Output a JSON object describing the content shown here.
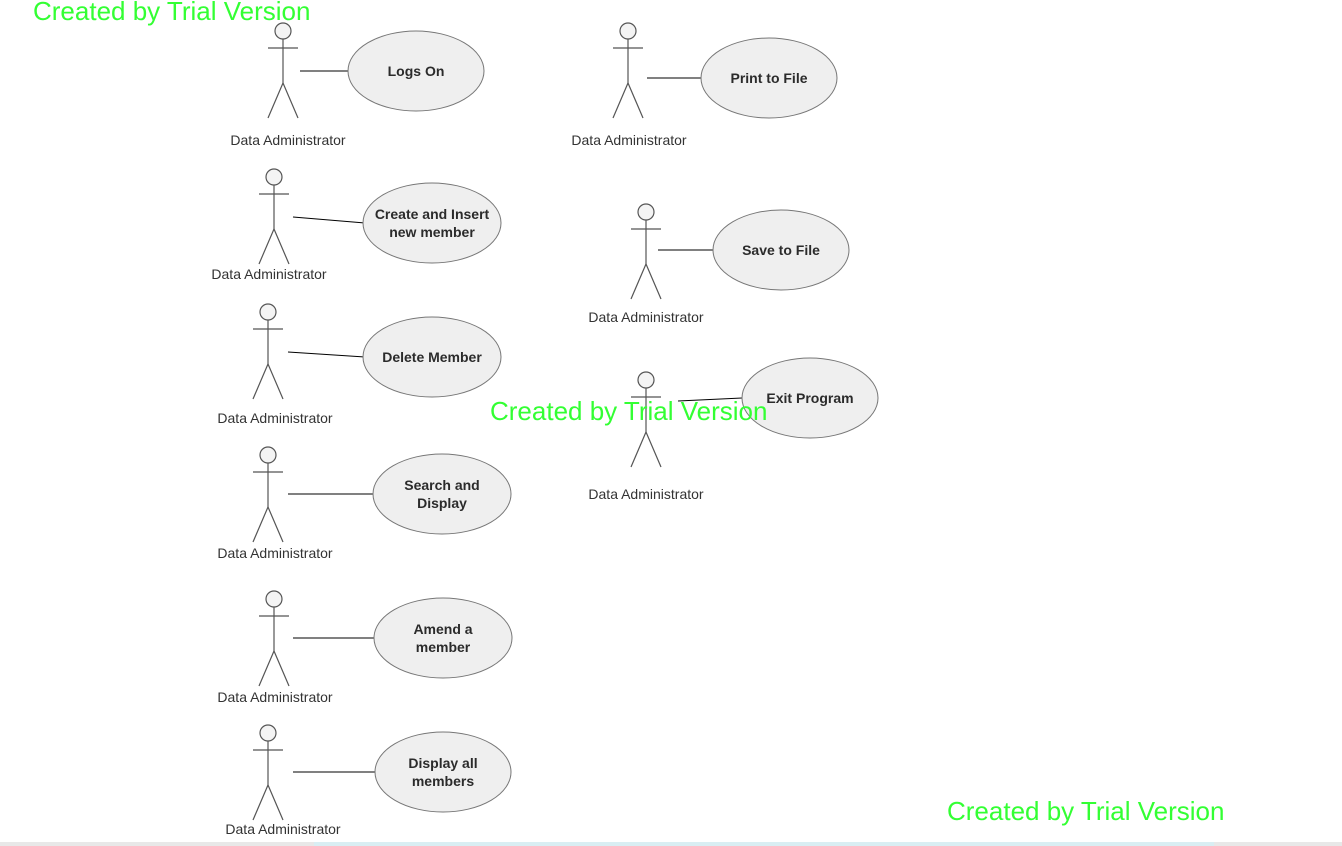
{
  "diagram": {
    "type": "use-case",
    "watermark_text": "Created by Trial Version",
    "actor_label": "Data Administrator",
    "use_cases": [
      {
        "id": "logs-on",
        "lines": [
          "Logs On"
        ]
      },
      {
        "id": "create-insert",
        "lines": [
          "Create and Insert",
          "new member"
        ]
      },
      {
        "id": "delete-member",
        "lines": [
          "Delete Member"
        ]
      },
      {
        "id": "search-display",
        "lines": [
          "Search and",
          "Display"
        ]
      },
      {
        "id": "amend-member",
        "lines": [
          "Amend a",
          "member"
        ]
      },
      {
        "id": "display-all",
        "lines": [
          "Display all",
          "members"
        ]
      },
      {
        "id": "print-to-file",
        "lines": [
          "Print to File"
        ]
      },
      {
        "id": "save-to-file",
        "lines": [
          "Save to File"
        ]
      },
      {
        "id": "exit-program",
        "lines": [
          "Exit Program"
        ]
      }
    ]
  }
}
